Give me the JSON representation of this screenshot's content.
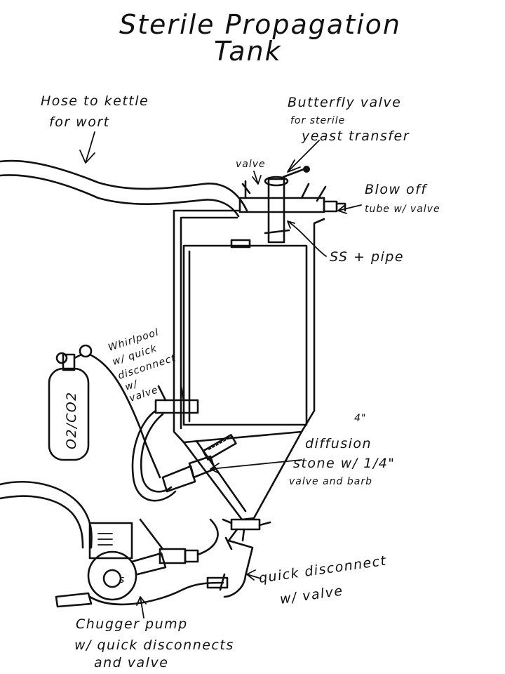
{
  "title": {
    "line1": "Sterile Propagation",
    "line2": "Tank"
  },
  "labels": {
    "hose": [
      "Hose to kettle",
      "for wort"
    ],
    "butterfly": [
      "Butterfly valve",
      "for sterile",
      "yeast transfer"
    ],
    "valve": "valve",
    "blowoff": [
      "Blow off",
      "tube w/ valve"
    ],
    "ss_pipe": "SS + pipe",
    "whirlpool": [
      "Whirlpool",
      "w/ quick",
      "disconnect",
      "w/",
      "valve"
    ],
    "tank_o2": "O2/CO2",
    "diffusion": [
      "4\"",
      "diffusion",
      "stone w/ 1/4\"",
      "valve and barb"
    ],
    "quick_disconnect": [
      "quick disconnect",
      "w/ valve"
    ],
    "chugger": [
      "Chugger pump",
      "w/ quick disconnects",
      "and valve"
    ]
  }
}
